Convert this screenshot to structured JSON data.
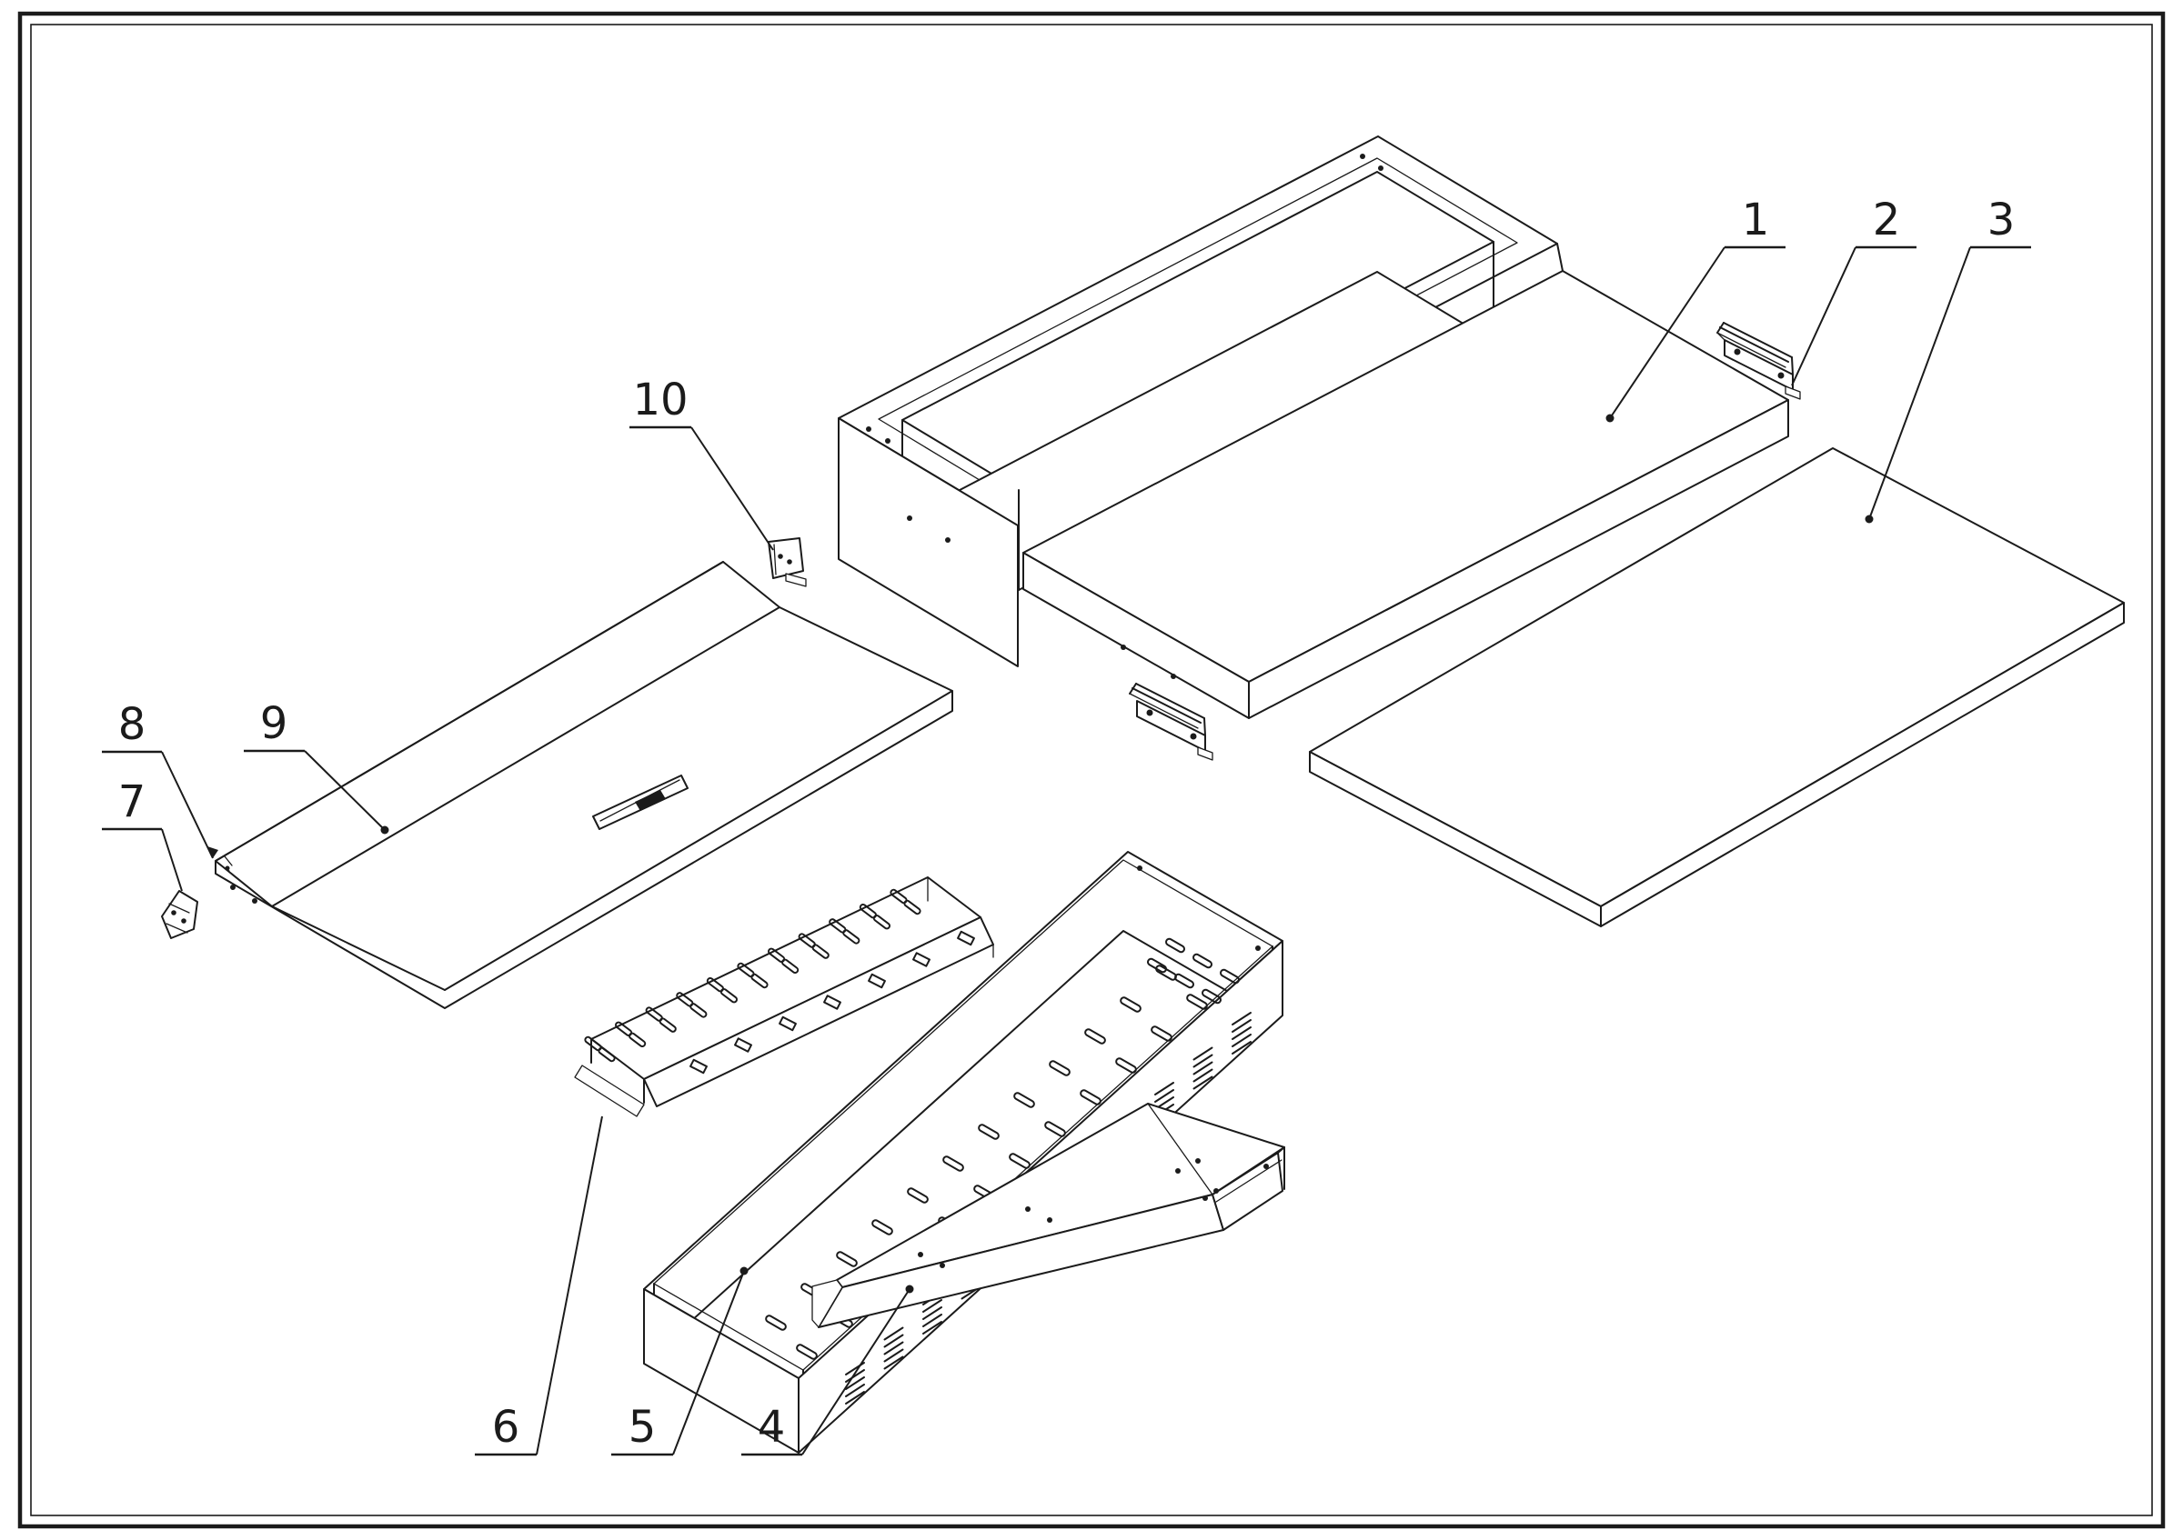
{
  "figure": {
    "kind": "exploded-parts-line-diagram",
    "parts_count": "10"
  },
  "colors": {
    "background": "#ffffff",
    "line": "#1b1b1b"
  },
  "callouts": [
    {
      "number": "1"
    },
    {
      "number": "2"
    },
    {
      "number": "3"
    },
    {
      "number": "4"
    },
    {
      "number": "5"
    },
    {
      "number": "6"
    },
    {
      "number": "7"
    },
    {
      "number": "8"
    },
    {
      "number": "9"
    },
    {
      "number": "10"
    }
  ]
}
